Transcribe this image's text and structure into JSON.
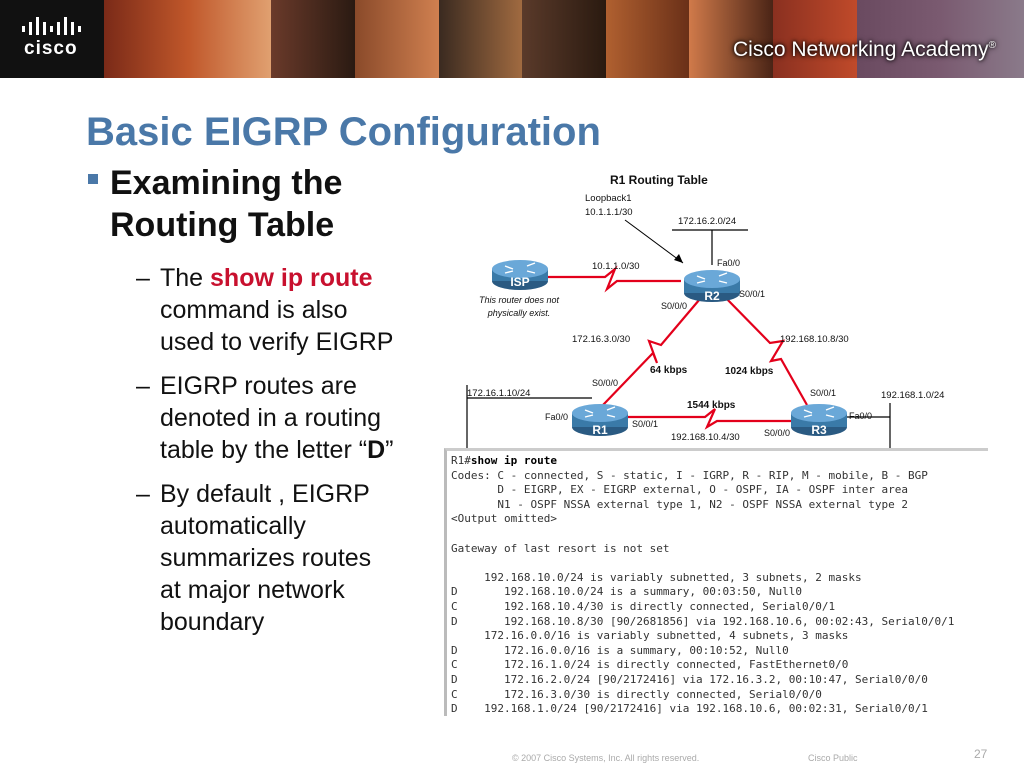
{
  "header": {
    "logo_text": "cisco",
    "academy_text": "Cisco Networking Academy",
    "academy_mark": "®"
  },
  "title": "Basic EIGRP Configuration",
  "bullet": {
    "line1": "Examining the",
    "line2": "Routing Table"
  },
  "sub1": {
    "pre": "The ",
    "command": "show ip route",
    "line2": "command is also",
    "line3": "used to verify EIGRP"
  },
  "sub2": {
    "line1": "EIGRP routes are",
    "line2": "denoted in a routing",
    "line3_pre": "table by the letter “",
    "letter": "D",
    "line3_post": "”"
  },
  "sub3": {
    "line1": "By default , EIGRP",
    "line2": "automatically",
    "line3": "summarizes routes",
    "line4": "at major network",
    "line5": "boundary"
  },
  "diagram": {
    "title": "R1 Routing Table",
    "loopback_label": "Loopback1",
    "loopback_addr": "10.1.1.1/30",
    "net_r2_lan": "172.16.2.0/24",
    "net_isp_r2": "10.1.1.0/30",
    "r2_fa00": "Fa0/0",
    "r2_s001": "S0/0/1",
    "r2_s000": "S0/0/0",
    "isp_label": "ISP",
    "r2_label": "R2",
    "r1_label": "R1",
    "r3_label": "R3",
    "isp_note_1": "This router does not",
    "isp_note_2": "physically exist.",
    "net_r1_r2": "172.16.3.0/30",
    "net_r2_r3": "192.168.10.8/30",
    "bw_r1_r2": "64 kbps",
    "bw_r2_r3": "1024 kbps",
    "r1_s000": "S0/0/0",
    "net_r1_lan": "172.16.1.10/24",
    "r3_s001": "S0/0/1",
    "net_r3_lan": "192.168.1.0/24",
    "bw_r1_r3": "1544 kbps",
    "r1_fa00": "Fa0/0",
    "r1_s001": "S0/0/1",
    "r3_fa00": "Fa0/0",
    "net_r1_r3": "192.168.10.4/30",
    "r3_s000": "S0/0/0"
  },
  "console": {
    "prompt": "R1#",
    "command": "show ip route",
    "lines": [
      "Codes: C - connected, S - static, I - IGRP, R - RIP, M - mobile, B - BGP",
      "       D - EIGRP, EX - EIGRP external, O - OSPF, IA - OSPF inter area",
      "       N1 - OSPF NSSA external type 1, N2 - OSPF NSSA external type 2",
      "<Output omitted>",
      "",
      "Gateway of last resort is not set",
      "",
      "     192.168.10.0/24 is variably subnetted, 3 subnets, 2 masks",
      "D       192.168.10.0/24 is a summary, 00:03:50, Null0",
      "C       192.168.10.4/30 is directly connected, Serial0/0/1",
      "D       192.168.10.8/30 [90/2681856] via 192.168.10.6, 00:02:43, Serial0/0/1",
      "     172.16.0.0/16 is variably subnetted, 4 subnets, 3 masks",
      "D       172.16.0.0/16 is a summary, 00:10:52, Null0",
      "C       172.16.1.0/24 is directly connected, FastEthernet0/0",
      "D       172.16.2.0/24 [90/2172416] via 172.16.3.2, 00:10:47, Serial0/0/0",
      "C       172.16.3.0/30 is directly connected, Serial0/0/0",
      "D    192.168.1.0/24 [90/2172416] via 192.168.10.6, 00:02:31, Serial0/0/1"
    ]
  },
  "footer": {
    "copyright": "© 2007 Cisco Systems, Inc. All rights reserved.",
    "classification": "Cisco Public",
    "page": "27"
  },
  "colors": {
    "title": "#4a78a8",
    "highlight": "#c8102e",
    "router": "#3a7aa8",
    "serial_link": "#e3001b"
  }
}
